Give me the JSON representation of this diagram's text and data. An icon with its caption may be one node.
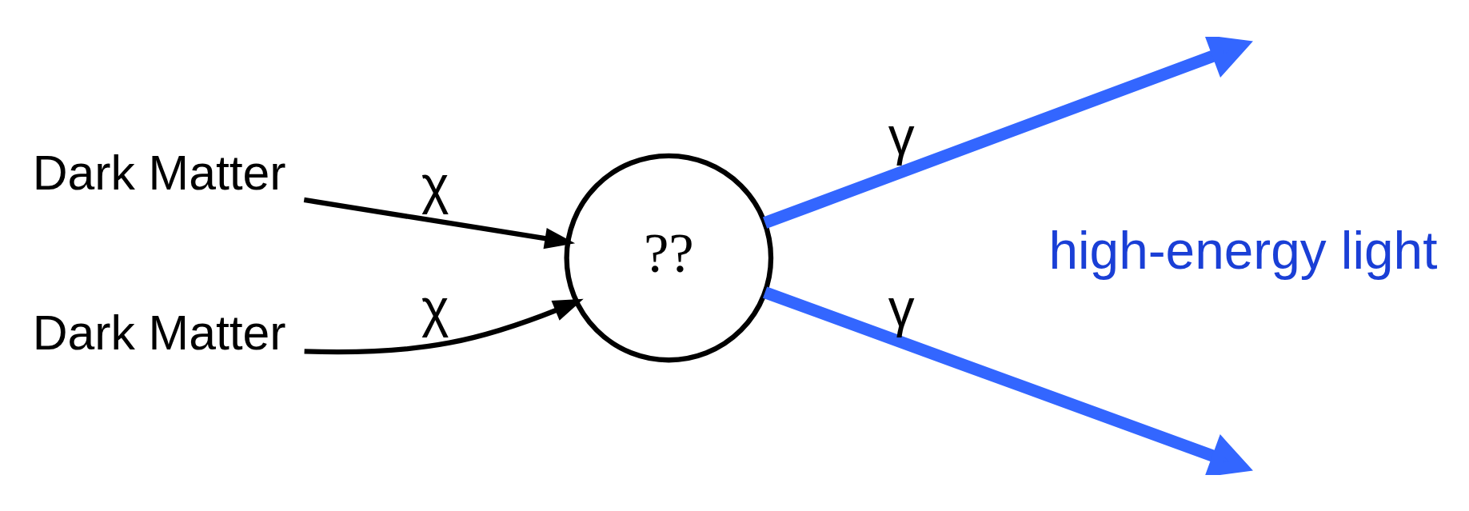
{
  "diagram": {
    "nodes": [
      {
        "text": [
          "Dark Matter"
        ]
      },
      {
        "text": [
          "??"
        ]
      },
      {
        "text": [
          "Dark Matter"
        ]
      }
    ],
    "edges": [
      {
        "from": 0,
        "to": 1,
        "arrow": "to",
        "label": "χ"
      },
      {
        "from": 2,
        "to": 1,
        "arrow": "to",
        "label": "χ"
      },
      {
        "from": 1,
        "to": null,
        "arrow": "to",
        "label": "γ",
        "style": "thick",
        "color": "#3366ff"
      },
      {
        "from": 1,
        "to": null,
        "arrow": "to",
        "label": "γ",
        "style": "thick",
        "color": "#3366ff"
      }
    ],
    "labels": [
      "high-energy light"
    ]
  }
}
